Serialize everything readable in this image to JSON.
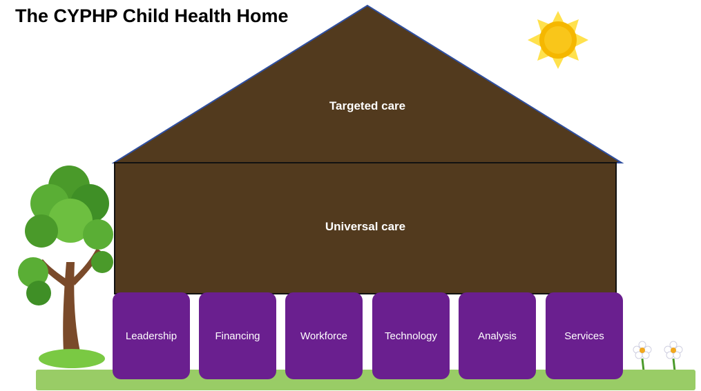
{
  "title": "The CYPHP Child Health Home",
  "roof": {
    "label": "Targeted care"
  },
  "wall": {
    "label": "Universal care"
  },
  "pillars": [
    "Leadership",
    "Financing",
    "Workforce",
    "Technology",
    "Analysis",
    "Services"
  ],
  "colors": {
    "roof": "#523a1e",
    "wall": "#523a1e",
    "pillar": "#6a1f8f",
    "ground": "#99cc66",
    "sun": "#f5c518"
  }
}
